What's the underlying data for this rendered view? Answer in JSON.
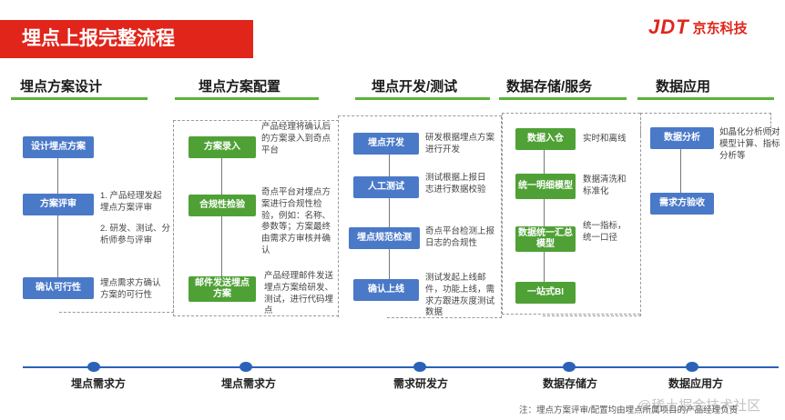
{
  "header": {
    "title": "埋点上报完整流程",
    "logo_mark": "JDT",
    "logo_text": "京东科技"
  },
  "colors": {
    "title_bg": "#e1251b",
    "blue_box": "#4a79c8",
    "green_box": "#4fa136",
    "stage_line": "#5bb33a",
    "axis": "#2a62b8"
  },
  "stages": [
    {
      "label": "埋点方案设计"
    },
    {
      "label": "埋点方案配置"
    },
    {
      "label": "埋点开发/测试"
    },
    {
      "label": "数据存储/服务"
    },
    {
      "label": "数据应用"
    }
  ],
  "design": {
    "boxes": [
      "设计埋点方案",
      "方案评审",
      "确认可行性"
    ],
    "desc_review_1": "1. 产品经理发起埋点方案评审",
    "desc_review_2": "2. 研发、测试、分析师参与评审",
    "desc_confirm": "埋点需求方确认方案的可行性"
  },
  "config": {
    "boxes": [
      "方案录入",
      "合规性检验",
      "邮件发送埋点方案"
    ],
    "descs": [
      "产品经理将确认后的方案录入到奇点平台",
      "奇点平台对埋点方案进行合规性检验，例如：名称、参数等；方案最终由需求方审核并确认",
      "产品经理邮件发送埋点方案给研发、测试，进行代码埋点"
    ]
  },
  "dev": {
    "boxes": [
      "埋点开发",
      "人工测试",
      "埋点规范检测",
      "确认上线"
    ],
    "descs": [
      "研发根据埋点方案进行开发",
      "测试根据上报日志进行数据校验",
      "奇点平台检测上报日志的合规性",
      "测试发起上线邮件，功能上线，需求方跟进灰度测试数据"
    ]
  },
  "storage": {
    "boxes": [
      "数据入仓",
      "统一明细模型",
      "数据统一汇总模型",
      "一站式BI"
    ],
    "descs": [
      "实时和离线",
      "数据清洗和标准化",
      "统一指标，统一口径"
    ]
  },
  "application": {
    "boxes": [
      "数据分析",
      "需求方验收"
    ],
    "descs": [
      "如晶化分析师对模型计算、指标分析等"
    ]
  },
  "axis": {
    "labels": [
      "埋点需求方",
      "埋点需求方",
      "需求研发方",
      "数据存储方",
      "数据应用方"
    ]
  },
  "footer": {
    "note": "注：埋点方案评审/配置均由埋点所属项目的产品经理负责",
    "watermark": "@稀土掘金技术社区"
  }
}
